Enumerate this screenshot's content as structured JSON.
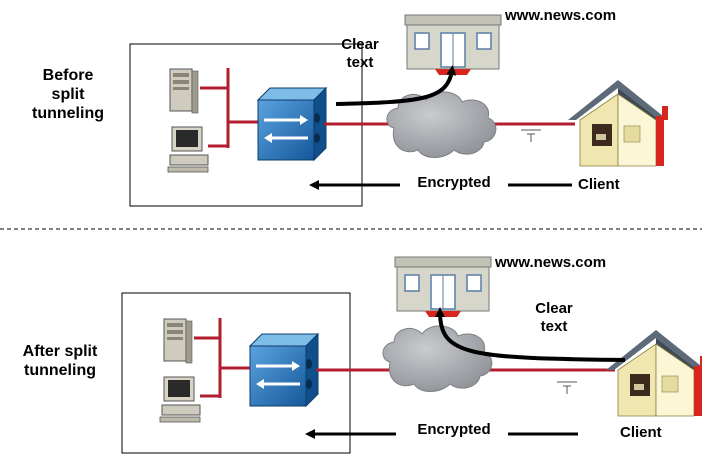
{
  "top": {
    "title_line1": "Before",
    "title_line2": "split",
    "title_line3": "tunneling",
    "clear_line1": "Clear",
    "clear_line2": "text",
    "site": "www.news.com",
    "encrypted": "Encrypted",
    "client": "Client"
  },
  "bottom": {
    "title_line1": "After split",
    "title_line2": "tunneling",
    "clear_line1": "Clear",
    "clear_line2": "text",
    "site": "www.news.com",
    "encrypted": "Encrypted",
    "client": "Client"
  },
  "colors": {
    "network_line": "#b21e2d",
    "cloud": "#a6a9ae",
    "firewall": "#1a6fb5",
    "building": "#d7d6cb",
    "house_roof": "#5d6a78",
    "house_wall": "#f0e7b0",
    "house_accent": "#d7261e"
  }
}
